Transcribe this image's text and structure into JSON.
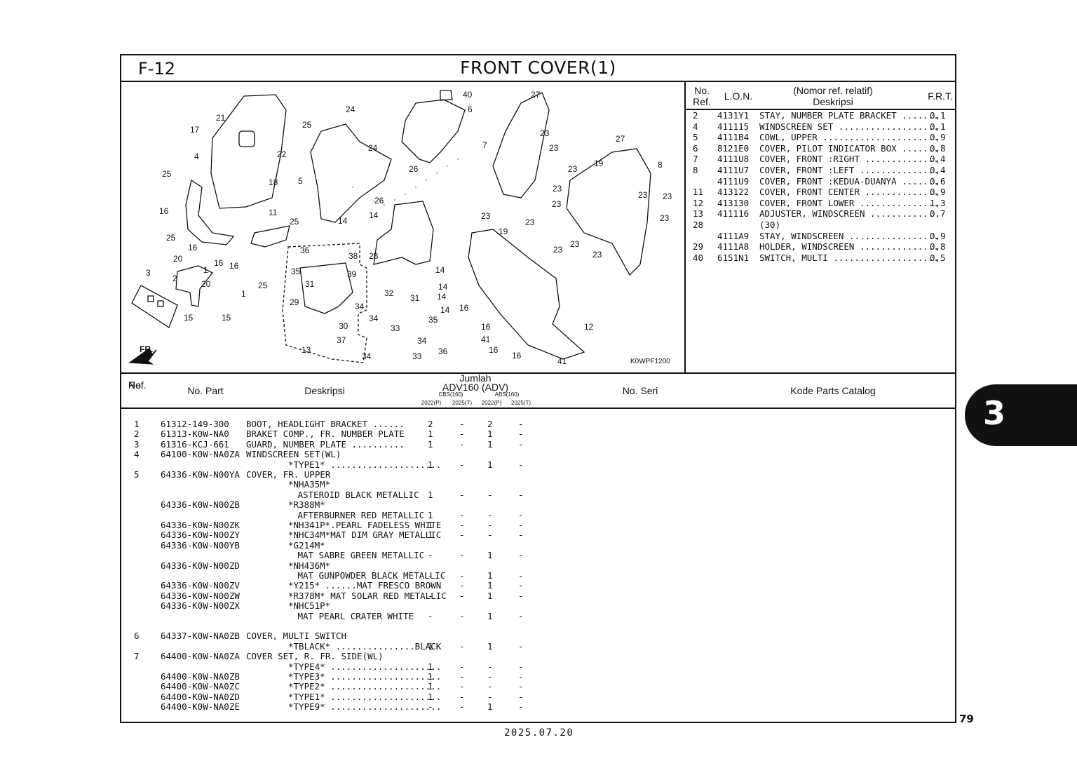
{
  "header": {
    "code": "F-12",
    "title": "FRONT COVER(1)"
  },
  "lon_table": {
    "headers": {
      "no_ref_1": "No.",
      "no_ref_2": "Ref.",
      "lon": "L.O.N.",
      "desc_1": "(Nomor ref. relatif)",
      "desc_2": "Deskripsi",
      "frt": "F.R.T."
    },
    "rows": [
      {
        "ref": "2",
        "lon": "4131Y1",
        "desc": "STAY, NUMBER PLATE BRACKET .......",
        "frt": "0,1"
      },
      {
        "ref": "4",
        "lon": "411115",
        "desc": "WINDSCREEN SET ...................",
        "frt": "0,1"
      },
      {
        "ref": "5",
        "lon": "4111B4",
        "desc": "COWL, UPPER ......................",
        "frt": "0,9"
      },
      {
        "ref": "6",
        "lon": "8121E0",
        "desc": "COVER, PILOT INDICATOR BOX .......",
        "frt": "0,8"
      },
      {
        "ref": "7",
        "lon": "4111U8",
        "desc": "COVER, FRONT :RIGHT ..............",
        "frt": "0,4"
      },
      {
        "ref": "8",
        "lon": "4111U7",
        "desc": "COVER, FRONT :LEFT ...............",
        "frt": "0,4"
      },
      {
        "ref": "",
        "lon": "4111U9",
        "desc": "COVER, FRONT :KEDUA-DUANYA .......",
        "frt": "0,6"
      },
      {
        "ref": "11",
        "lon": "413122",
        "desc": "COVER, FRONT CENTER ..............",
        "frt": "0,9"
      },
      {
        "ref": "12",
        "lon": "413130",
        "desc": "COVER, FRONT LOWER ...............",
        "frt": "1,3"
      },
      {
        "ref": "13",
        "lon": "411116",
        "desc": "ADJUSTER, WINDSCREEN ............",
        "frt": "0,7"
      },
      {
        "ref": "28",
        "lon": "",
        "desc": "(30)",
        "frt": ""
      },
      {
        "ref": "",
        "lon": "4111A9",
        "desc": "STAY, WINDSCREEN .................",
        "frt": "0,9"
      },
      {
        "ref": "29",
        "lon": "4111A8",
        "desc": "HOLDER, WINDSCREEN ...............",
        "frt": "0,8"
      },
      {
        "ref": "40",
        "lon": "6151N1",
        "desc": "SWITCH, MULTI ....................",
        "frt": "0,5"
      }
    ]
  },
  "diagram": {
    "code": "K0WPF1200",
    "fr_label": "FR."
  },
  "parts_header": {
    "no_ref_1": "No.",
    "no_ref_2": "Ref.",
    "no_part": "No. Part",
    "deskripsi": "Deskripsi",
    "jumlah": "Jumlah",
    "model": "ADV160 (ADV)",
    "cbs": "CBS(160)",
    "abs": "ABS(160)",
    "y1": "2022(P)",
    "y2": "2025(T)",
    "y3": "2022(P)",
    "y4": "2025(T)",
    "no_seri": "No. Seri",
    "kode": "Kode Parts Catalog"
  },
  "parts": [
    {
      "ref": "1",
      "part": "61312-149-300",
      "desc": "BOOT, HEADLIGHT BRACKET ......",
      "q": [
        "2",
        "-",
        "2",
        "-"
      ]
    },
    {
      "ref": "2",
      "part": "61313-K0W-NA0",
      "desc": "BRAKET COMP., FR. NUMBER PLATE",
      "q": [
        "1",
        "-",
        "1",
        "-"
      ]
    },
    {
      "ref": "3",
      "part": "61316-KCJ-661",
      "desc": "GUARD, NUMBER PLATE ..........",
      "q": [
        "1",
        "-",
        "1",
        "-"
      ]
    },
    {
      "ref": "4",
      "part": "64100-K0W-NA0ZA",
      "desc": "WINDSCREEN SET(WL)",
      "q": [
        "",
        "",
        "",
        ""
      ]
    },
    {
      "ref": "",
      "part": "",
      "desc": "*TYPE1* .....................",
      "indent": 1,
      "q": [
        "1",
        "-",
        "1",
        "-"
      ]
    },
    {
      "ref": "5",
      "part": "64336-K0W-N00YA",
      "desc": "COVER, FR. UPPER",
      "q": [
        "",
        "",
        "",
        ""
      ]
    },
    {
      "ref": "",
      "part": "",
      "desc": "*NHA35M*",
      "indent": 1,
      "q": [
        "",
        "",
        "",
        ""
      ]
    },
    {
      "ref": "",
      "part": "",
      "desc": "ASTEROID BLACK METALLIC",
      "indent": 2,
      "q": [
        "1",
        "-",
        "-",
        "-"
      ]
    },
    {
      "ref": "",
      "part": "64336-K0W-N00ZB",
      "desc": "*R388M*",
      "indent": 1,
      "q": [
        "",
        "",
        "",
        ""
      ]
    },
    {
      "ref": "",
      "part": "",
      "desc": "AFTERBURNER RED METALLIC",
      "indent": 2,
      "q": [
        "1",
        "-",
        "-",
        "-"
      ]
    },
    {
      "ref": "",
      "part": "64336-K0W-N00ZK",
      "desc": "*NH341P*.PEARL FADELESS WHITE",
      "indent": 1,
      "q": [
        "1",
        "-",
        "-",
        "-"
      ]
    },
    {
      "ref": "",
      "part": "64336-K0W-N00ZY",
      "desc": "*NHC34M*MAT DIM GRAY METALLIC",
      "indent": 1,
      "q": [
        "1",
        "-",
        "-",
        "-"
      ]
    },
    {
      "ref": "",
      "part": "64336-K0W-N00YB",
      "desc": "*G214M*",
      "indent": 1,
      "q": [
        "",
        "",
        "",
        ""
      ]
    },
    {
      "ref": "",
      "part": "",
      "desc": "MAT SABRE GREEN METALLIC",
      "indent": 2,
      "q": [
        "-",
        "-",
        "1",
        "-"
      ]
    },
    {
      "ref": "",
      "part": "64336-K0W-N00ZD",
      "desc": "*NH436M*",
      "indent": 1,
      "q": [
        "",
        "",
        "",
        ""
      ]
    },
    {
      "ref": "",
      "part": "",
      "desc": "MAT GUNPOWDER BLACK METALLIC",
      "indent": 2,
      "q": [
        "-",
        "-",
        "1",
        "-"
      ]
    },
    {
      "ref": "",
      "part": "64336-K0W-N00ZV",
      "desc": "*Y215* ......MAT FRESCO BROWN",
      "indent": 1,
      "q": [
        "-",
        "-",
        "1",
        "-"
      ]
    },
    {
      "ref": "",
      "part": "64336-K0W-N00ZW",
      "desc": "*R378M* MAT SOLAR RED METALLIC",
      "indent": 1,
      "q": [
        "-",
        "-",
        "1",
        "-"
      ]
    },
    {
      "ref": "",
      "part": "64336-K0W-N00ZX",
      "desc": "*NHC51P*",
      "indent": 1,
      "q": [
        "",
        "",
        "",
        ""
      ]
    },
    {
      "ref": "",
      "part": "",
      "desc": "MAT PEARL CRATER WHITE",
      "indent": 2,
      "q": [
        "-",
        "-",
        "1",
        "-"
      ]
    },
    {
      "ref": "",
      "part": "",
      "desc": "",
      "q": [
        "",
        "",
        "",
        ""
      ]
    },
    {
      "ref": "6",
      "part": "64337-K0W-NA0ZB",
      "desc": "COVER, MULTI SWITCH",
      "q": [
        "",
        "",
        "",
        ""
      ]
    },
    {
      "ref": "",
      "part": "",
      "desc": "*TBLACK* ...............BLACK",
      "indent": 1,
      "q": [
        "1",
        "-",
        "1",
        "-"
      ]
    },
    {
      "ref": "7",
      "part": "64400-K0W-NA0ZA",
      "desc": "COVER SET, R. FR. SIDE(WL)",
      "q": [
        "",
        "",
        "",
        ""
      ]
    },
    {
      "ref": "",
      "part": "",
      "desc": "*TYPE4* .....................",
      "indent": 1,
      "q": [
        "1",
        "-",
        "-",
        "-"
      ]
    },
    {
      "ref": "",
      "part": "64400-K0W-NA0ZB",
      "desc": "*TYPE3* .....................",
      "indent": 1,
      "q": [
        "1",
        "-",
        "-",
        "-"
      ]
    },
    {
      "ref": "",
      "part": "64400-K0W-NA0ZC",
      "desc": "*TYPE2* .....................",
      "indent": 1,
      "q": [
        "1",
        "-",
        "-",
        "-"
      ]
    },
    {
      "ref": "",
      "part": "64400-K0W-NA0ZD",
      "desc": "*TYPE1* .....................",
      "indent": 1,
      "q": [
        "1",
        "-",
        "-",
        "-"
      ]
    },
    {
      "ref": "",
      "part": "64400-K0W-NA0ZE",
      "desc": "*TYPE9* .....................",
      "indent": 1,
      "q": [
        "-",
        "-",
        "1",
        "-"
      ]
    }
  ],
  "chapter_tab": "3",
  "page_number": "79",
  "date": "2025.07.20"
}
